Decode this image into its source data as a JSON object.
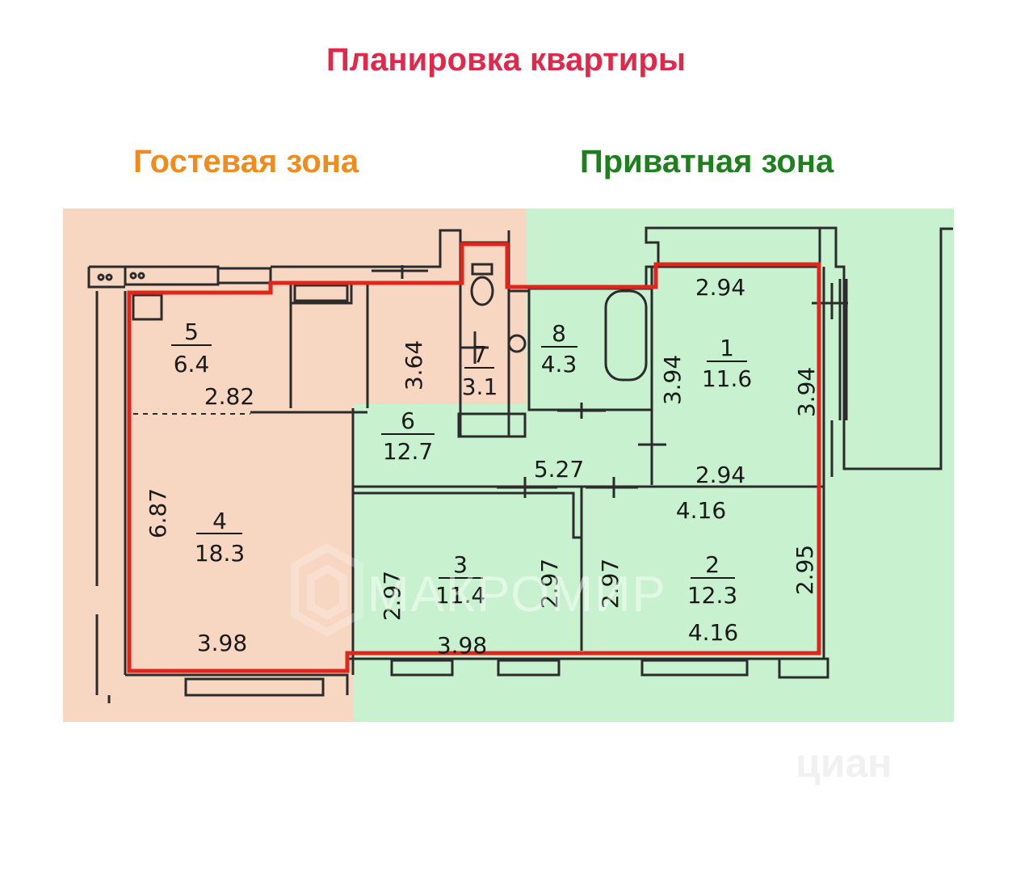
{
  "header": {
    "title": "Планировка квартиры"
  },
  "zones": {
    "guest": {
      "label": "Гостевая зона",
      "color": "#f08c1e",
      "fill": "#f7d6c2"
    },
    "private": {
      "label": "Приватная зона",
      "color": "#1e7f1e",
      "fill": "#c8f2cf"
    }
  },
  "colors": {
    "outline": "#e0261c",
    "walls": "#2b2b2b"
  },
  "rooms": [
    {
      "id": "r1",
      "number": "1",
      "area": "11.6"
    },
    {
      "id": "r2",
      "number": "2",
      "area": "12.3"
    },
    {
      "id": "r3",
      "number": "3",
      "area": "11.4"
    },
    {
      "id": "r4",
      "number": "4",
      "area": "18.3"
    },
    {
      "id": "r5",
      "number": "5",
      "area": "6.4"
    },
    {
      "id": "r6",
      "number": "6",
      "area": "12.7"
    },
    {
      "id": "r7",
      "number": "7",
      "area": "3.1"
    },
    {
      "id": "r8",
      "number": "8",
      "area": "4.3"
    }
  ],
  "dimensions": {
    "d1_top": "2.94",
    "d1_left": "3.94",
    "d1_right": "3.94",
    "d1_bottom": "2.94",
    "d2_top": "4.16",
    "d2_left": "2.97",
    "d2_right": "2.95",
    "d2_bottom": "4.16",
    "d3_left": "2.97",
    "d3_right": "2.97",
    "d3_bottom": "3.98",
    "d4_left": "6.87",
    "d4_bottom": "3.98",
    "d5_width": "2.82",
    "d6_hall": "3.64",
    "d6_width": "5.27"
  },
  "watermarks": {
    "brand": "МАКРОМИР",
    "site": "циан"
  }
}
